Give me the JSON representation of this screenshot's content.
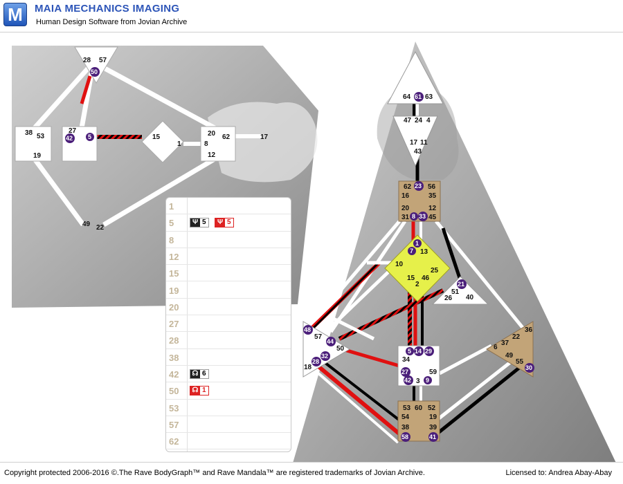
{
  "header": {
    "logo_letter": "M",
    "title": "MAIA MECHANICS IMAGING",
    "subtitle": "Human Design Software from Jovian Archive"
  },
  "footer": {
    "copyright": "Copyright protected 2006-2016 ©.The Rave BodyGraph™ and Rave Mandala™ are registered trademarks of Jovian Archive.",
    "license": "Licensed to: Andrea Abay-Abay"
  },
  "left_chart": {
    "gates": [
      "28",
      "57",
      "50",
      "38",
      "53",
      "19",
      "27",
      "42",
      "5",
      "15",
      "1",
      "20",
      "62",
      "8",
      "12",
      "17",
      "49",
      "22"
    ]
  },
  "bodygraph": {
    "gates": [
      "64",
      "61",
      "63",
      "47",
      "24",
      "4",
      "17",
      "11",
      "43",
      "62",
      "23",
      "56",
      "16",
      "35",
      "20",
      "12",
      "31",
      "8",
      "33",
      "45",
      "1",
      "7",
      "13",
      "10",
      "25",
      "15",
      "46",
      "2",
      "21",
      "51",
      "26",
      "40",
      "48",
      "57",
      "44",
      "50",
      "18",
      "32",
      "28",
      "5",
      "14",
      "29",
      "34",
      "59",
      "27",
      "42",
      "3",
      "9",
      "36",
      "22",
      "6",
      "37",
      "49",
      "55",
      "30",
      "53",
      "60",
      "52",
      "54",
      "19",
      "38",
      "39",
      "58",
      "41"
    ]
  },
  "gate_panel": {
    "rows": [
      {
        "num": "1"
      },
      {
        "num": "5",
        "badges": [
          {
            "glyph": "Ψ",
            "value": "5",
            "color": "black"
          },
          {
            "glyph": "Ψ",
            "value": "5",
            "color": "red"
          }
        ]
      },
      {
        "num": "8"
      },
      {
        "num": "12"
      },
      {
        "num": "15"
      },
      {
        "num": "19"
      },
      {
        "num": "20"
      },
      {
        "num": "27"
      },
      {
        "num": "28"
      },
      {
        "num": "38"
      },
      {
        "num": "42",
        "badges": [
          {
            "glyph": "☊",
            "value": "6",
            "color": "black"
          }
        ]
      },
      {
        "num": "50",
        "badges": [
          {
            "glyph": "☊",
            "value": "1",
            "color": "red"
          }
        ]
      },
      {
        "num": "53"
      },
      {
        "num": "57"
      },
      {
        "num": "62"
      }
    ]
  },
  "colors": {
    "accent": "#2d55b8",
    "personality": "#000000",
    "design": "#e01010",
    "defined_center": "#c2a478",
    "g_center": "#e6f04a",
    "badge": "#4b1f7a"
  }
}
